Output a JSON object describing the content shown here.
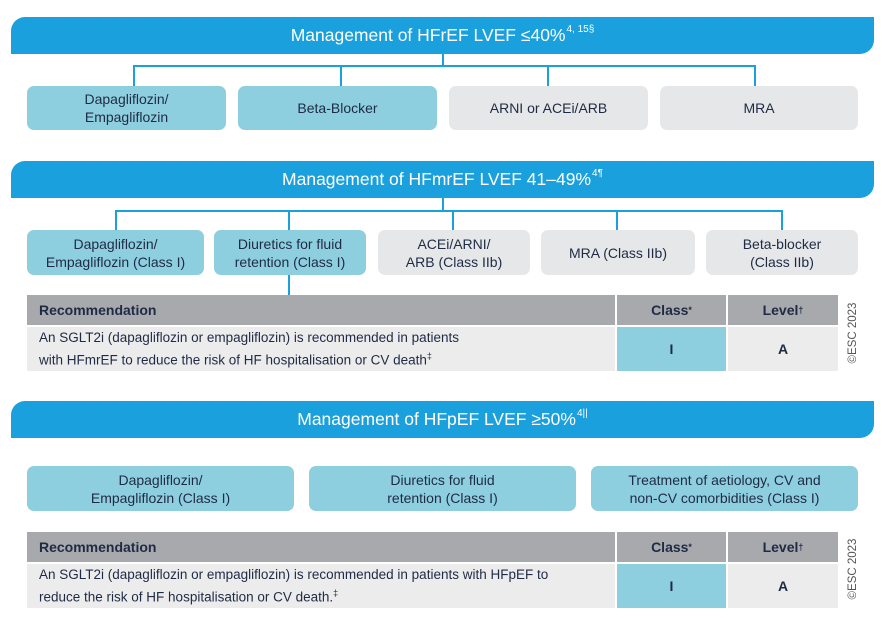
{
  "section1": {
    "title": "Management of HFrEF LVEF ≤40%",
    "title_sup": "4, 15§",
    "boxes": [
      "Dapagliflozin/\nEmpagliflozin",
      "Beta-Blocker",
      "ARNI or ACEi/ARB",
      "MRA"
    ]
  },
  "section2": {
    "title": "Management of HFmrEF LVEF 41–49%",
    "title_sup": "4¶",
    "boxes": [
      "Dapagliflozin/\nEmpagliflozin (Class I)",
      "Diuretics for fluid\nretention (Class I)",
      "ACEi/ARNI/\nARB (Class IIb)",
      "MRA (Class IIb)",
      "Beta-blocker\n(Class IIb)"
    ],
    "table": {
      "recommendation_header": "Recommendation",
      "class_header": "Class",
      "class_header_sup": "*",
      "level_header": "Level",
      "level_header_sup": "†",
      "row_text": "An SGLT2i (dapagliflozin or empagliflozin) is recommended in patients\nwith HFmrEF to reduce the risk of HF hospitalisation or CV death",
      "row_sup": "‡",
      "row_class": "I",
      "row_level": "A"
    },
    "copyright": "©ESC 2023"
  },
  "section3": {
    "title": "Management of HFpEF LVEF ≥50%",
    "title_sup": "4||",
    "boxes": [
      "Dapagliflozin/\nEmpagliflozin (Class I)",
      "Diuretics for fluid\nretention (Class I)",
      "Treatment of aetiology, CV and\nnon-CV comorbidities (Class I)"
    ],
    "table": {
      "recommendation_header": "Recommendation",
      "class_header": "Class",
      "class_header_sup": "*",
      "level_header": "Level",
      "level_header_sup": "†",
      "row_text": "An SGLT2i (dapagliflozin or empagliflozin) is recommended in patients with HFpEF to\nreduce the risk of HF hospitalisation or CV death.",
      "row_sup": "‡",
      "row_class": "I",
      "row_level": "A"
    },
    "copyright": "©ESC 2023"
  },
  "colors": {
    "banner": "#1aa0dc",
    "box_blue": "#8ecfdf",
    "box_grey": "#e6e7e8",
    "table_header": "#a7a9ac",
    "table_row": "#ececec"
  }
}
